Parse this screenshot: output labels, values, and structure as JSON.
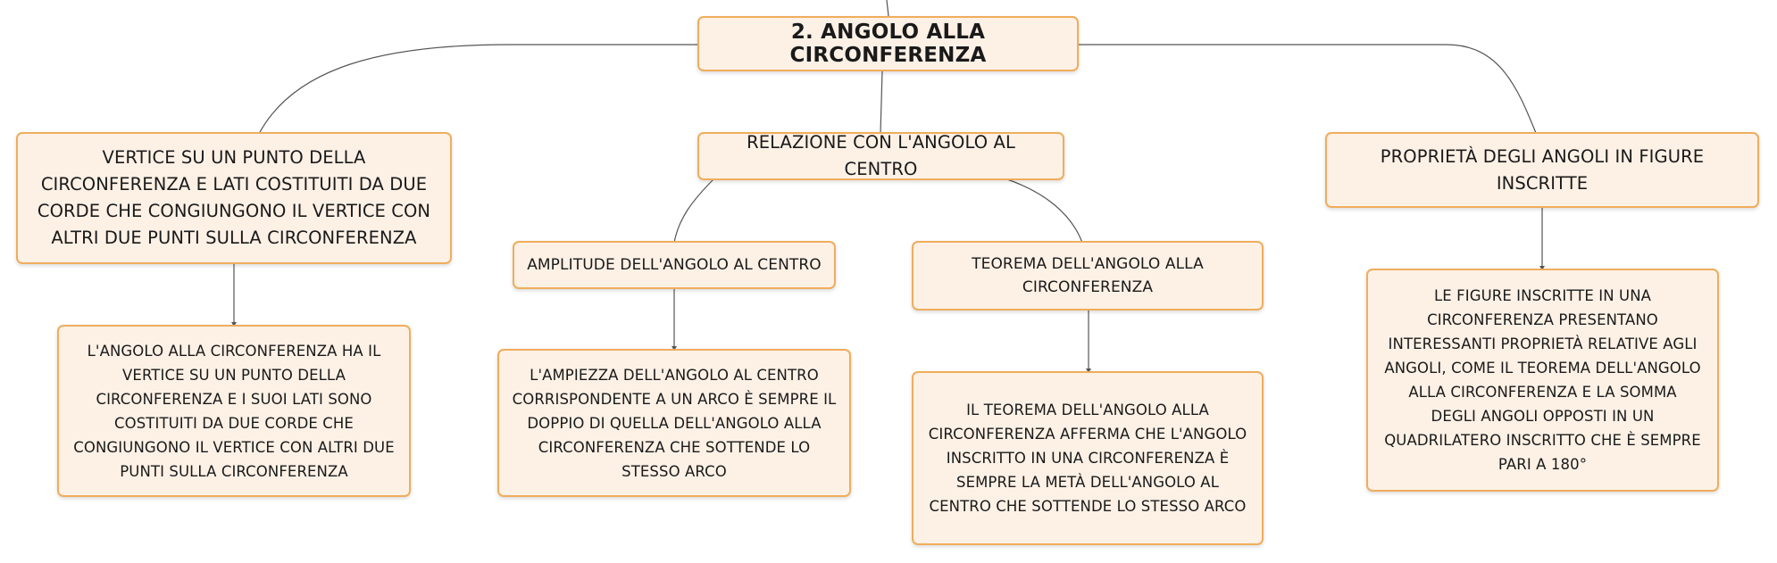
{
  "colors": {
    "node_fill": "#fdf1e6",
    "node_border": "#f0ad5c",
    "connector": "#555555"
  },
  "map": {
    "root": "2. ANGOLO ALLA CIRCONFERENZA",
    "branches": {
      "definition": {
        "title": "VERTICE SU UN PUNTO DELLA CIRCONFERENZA E LATI COSTITUITI DA DUE CORDE CHE CONGIUNGONO IL VERTICE CON ALTRI DUE PUNTI SULLA CIRCONFERENZA",
        "detail": "L'ANGOLO ALLA CIRCONFERENZA HA IL VERTICE SU UN PUNTO DELLA CIRCONFERENZA E I SUOI LATI SONO COSTITUITI DA DUE CORDE CHE CONGIUNGONO IL VERTICE CON ALTRI DUE PUNTI SULLA CIRCONFERENZA"
      },
      "relation": {
        "title": "RELAZIONE CON L'ANGOLO AL CENTRO",
        "amplitude": {
          "title": "AMPLITUDE DELL'ANGOLO AL CENTRO",
          "detail": "L'AMPIEZZA DELL'ANGOLO AL CENTRO CORRISPONDENTE A UN ARCO È SEMPRE IL DOPPIO DI QUELLA DELL'ANGOLO ALLA CIRCONFERENZA CHE SOTTENDE LO STESSO ARCO"
        },
        "theorem": {
          "title": "TEOREMA DELL'ANGOLO ALLA CIRCONFERENZA",
          "detail": "IL TEOREMA DELL'ANGOLO ALLA CIRCONFERENZA AFFERMA CHE L'ANGOLO INSCRITTO IN UNA CIRCONFERENZA È SEMPRE LA METÀ DELL'ANGOLO AL CENTRO CHE SOTTENDE LO STESSO ARCO"
        }
      },
      "properties": {
        "title": "PROPRIETÀ DEGLI ANGOLI IN FIGURE INSCRITTE",
        "detail": "LE FIGURE INSCRITTE IN UNA CIRCONFERENZA PRESENTANO INTERESSANTI PROPRIETÀ RELATIVE AGLI ANGOLI, COME IL TEOREMA DELL'ANGOLO ALLA CIRCONFERENZA E LA SOMMA DEGLI ANGOLI OPPOSTI IN UN QUADRILATERO INSCRITTO CHE È SEMPRE PARI A 180°"
      }
    }
  }
}
